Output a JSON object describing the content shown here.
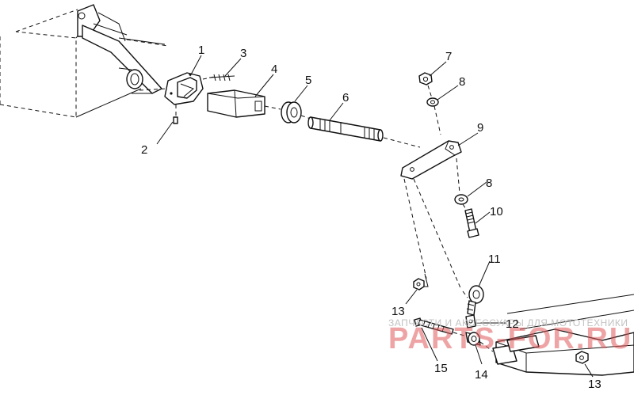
{
  "callouts": {
    "n1": "1",
    "n2": "2",
    "n3": "3",
    "n4": "4",
    "n5": "5",
    "n6": "6",
    "n7": "7",
    "n8a": "8",
    "n8b": "8",
    "n9": "9",
    "n10": "10",
    "n11": "11",
    "n12": "12",
    "n13a": "13",
    "n13b": "13",
    "n14": "14",
    "n15": "15"
  },
  "watermark": {
    "tagline": "ЗАПЧАСТИ И АКСЕССУАРЫ ДЛЯ МОТОТЕХНИКИ",
    "logo_text": "PARTS-FOR.RU"
  },
  "colors": {
    "line": "#111111",
    "watermark_red": "#e05a5a",
    "watermark_gray": "#c2c2c2"
  }
}
